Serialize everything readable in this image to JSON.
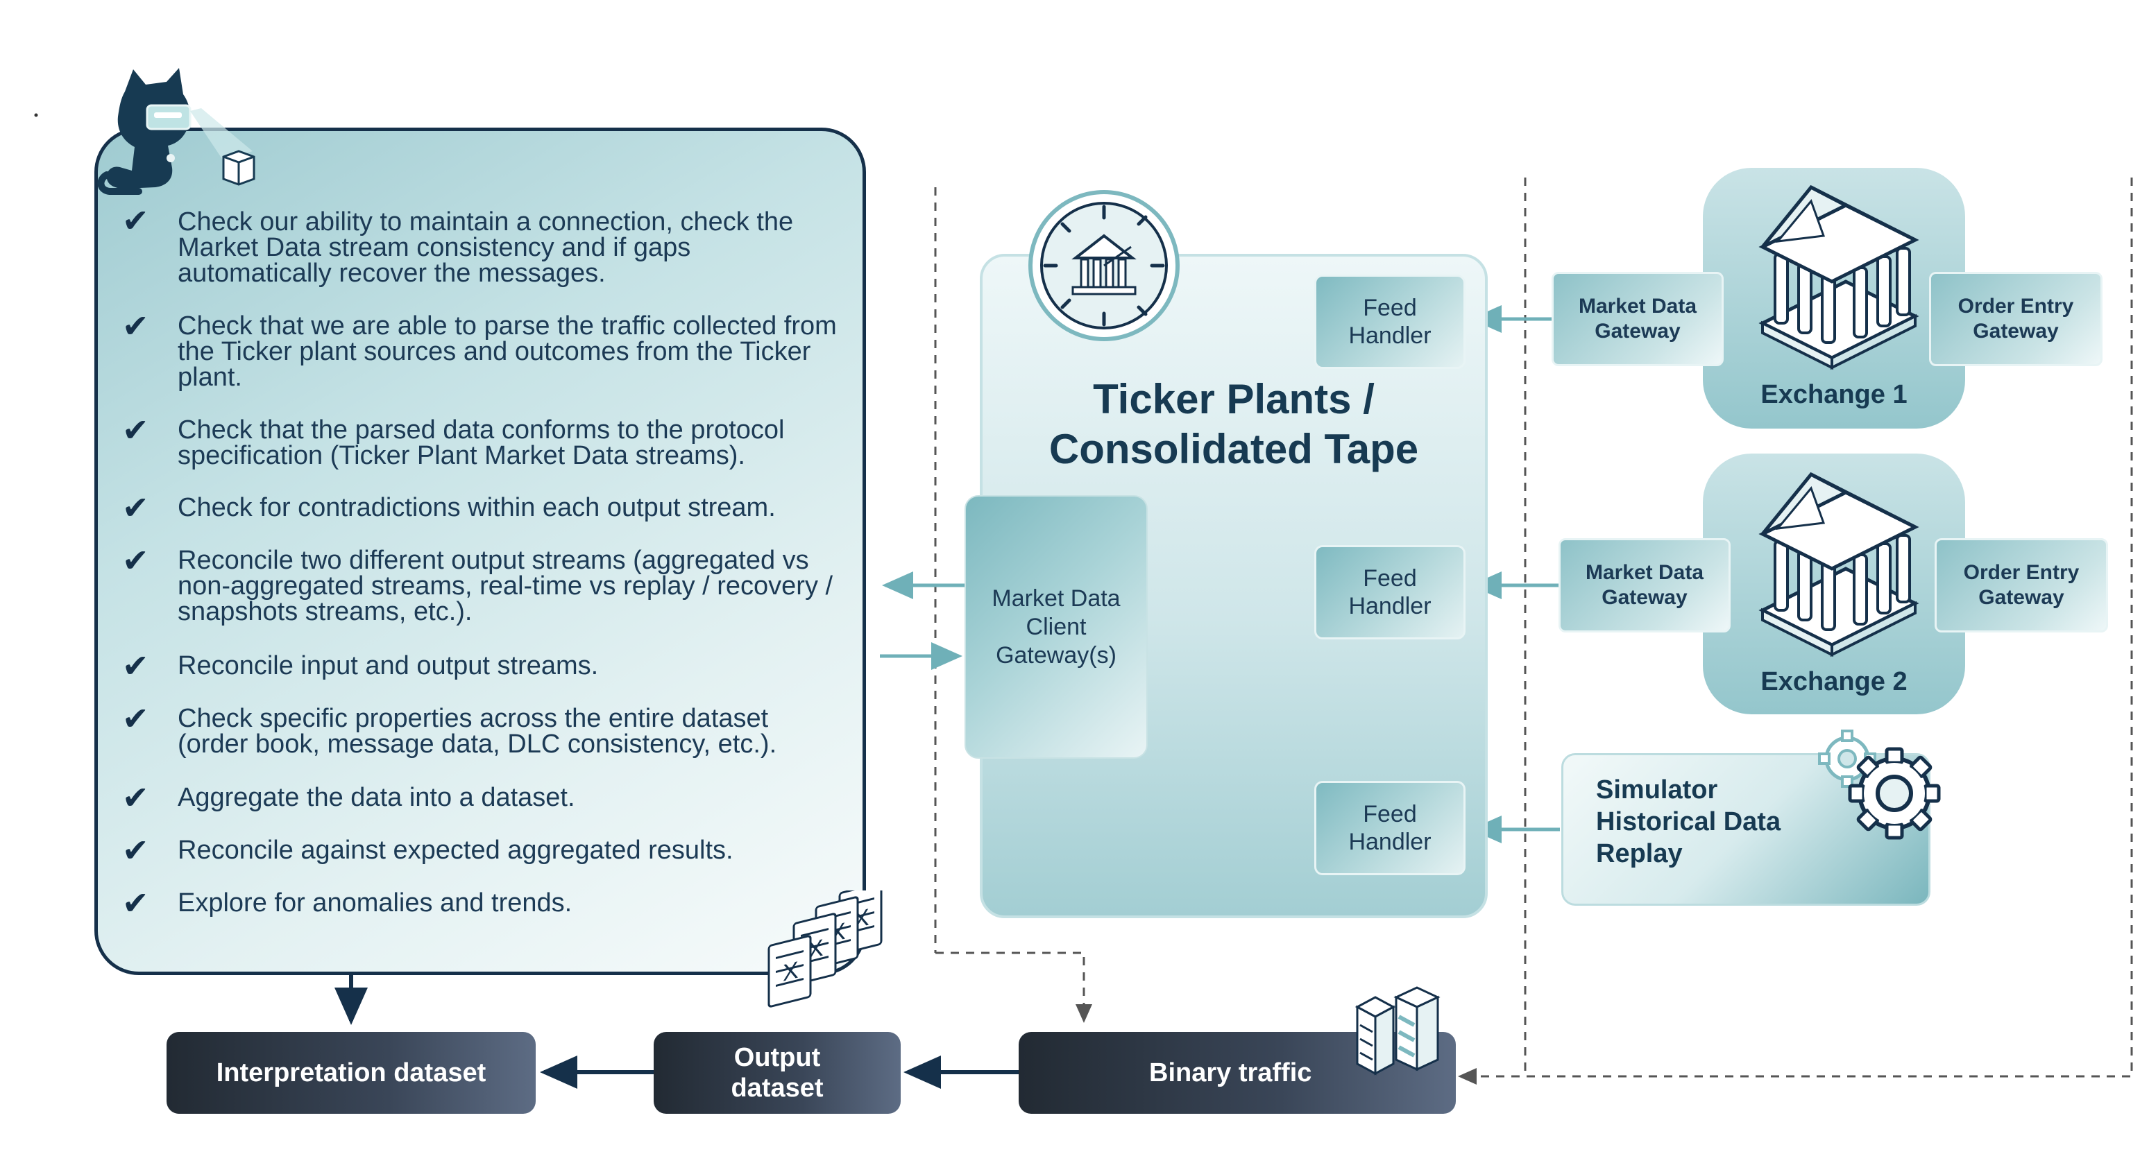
{
  "checklist": {
    "items": [
      "Check our ability to maintain a connection, check the Market Data stream consistency and if gaps automatically recover the messages.",
      "Check that we are able to parse the traffic collected from the Ticker plant sources and outcomes from the Ticker plant.",
      "Check that the parsed data conforms to the protocol specification (Ticker Plant Market Data streams).",
      "Check for contradictions within each output stream.",
      "Reconcile two different output streams (aggregated vs non-aggregated streams, real-time vs replay / recovery / snapshots streams, etc.).",
      "Reconcile input and output streams.",
      "Check specific properties across the entire dataset (order book, message data, DLC consistency, etc.).",
      "Aggregate the data into a dataset.",
      "Reconcile against expected aggregated results.",
      "Explore for anomalies and trends."
    ],
    "check_symbol": "✔"
  },
  "ticker": {
    "title_line1": "Ticker Plants /",
    "title_line2": "Consolidated Tape",
    "feed_handler_line1": "Feed",
    "feed_handler_line2": "Handler",
    "gateway_line1": "Market Data",
    "gateway_line2": "Client",
    "gateway_line3": "Gateway(s)"
  },
  "exchanges": [
    {
      "label": "Exchange 1",
      "md_gateway_line1": "Market Data",
      "md_gateway_line2": "Gateway",
      "oe_gateway_line1": "Order Entry",
      "oe_gateway_line2": "Gateway"
    },
    {
      "label": "Exchange 2",
      "md_gateway_line1": "Market Data",
      "md_gateway_line2": "Gateway",
      "oe_gateway_line1": "Order Entry",
      "oe_gateway_line2": "Gateway"
    }
  ],
  "simulator": {
    "line1": "Simulator",
    "line2": "Historical Data",
    "line3": "Replay"
  },
  "outputs": {
    "interpretation": "Interpretation dataset",
    "output_line1": "Output",
    "output_line2": "dataset",
    "binary": "Binary traffic"
  },
  "colors": {
    "navy": "#15304a",
    "teal": "#6fb0b8",
    "dark": "#2a323d"
  },
  "icons": [
    "cat-mascot-icon",
    "cube-icon",
    "clock-bank-icon",
    "bank-building-icon",
    "gear-icon",
    "spreadsheet-stack-icon",
    "server-stack-icon"
  ]
}
